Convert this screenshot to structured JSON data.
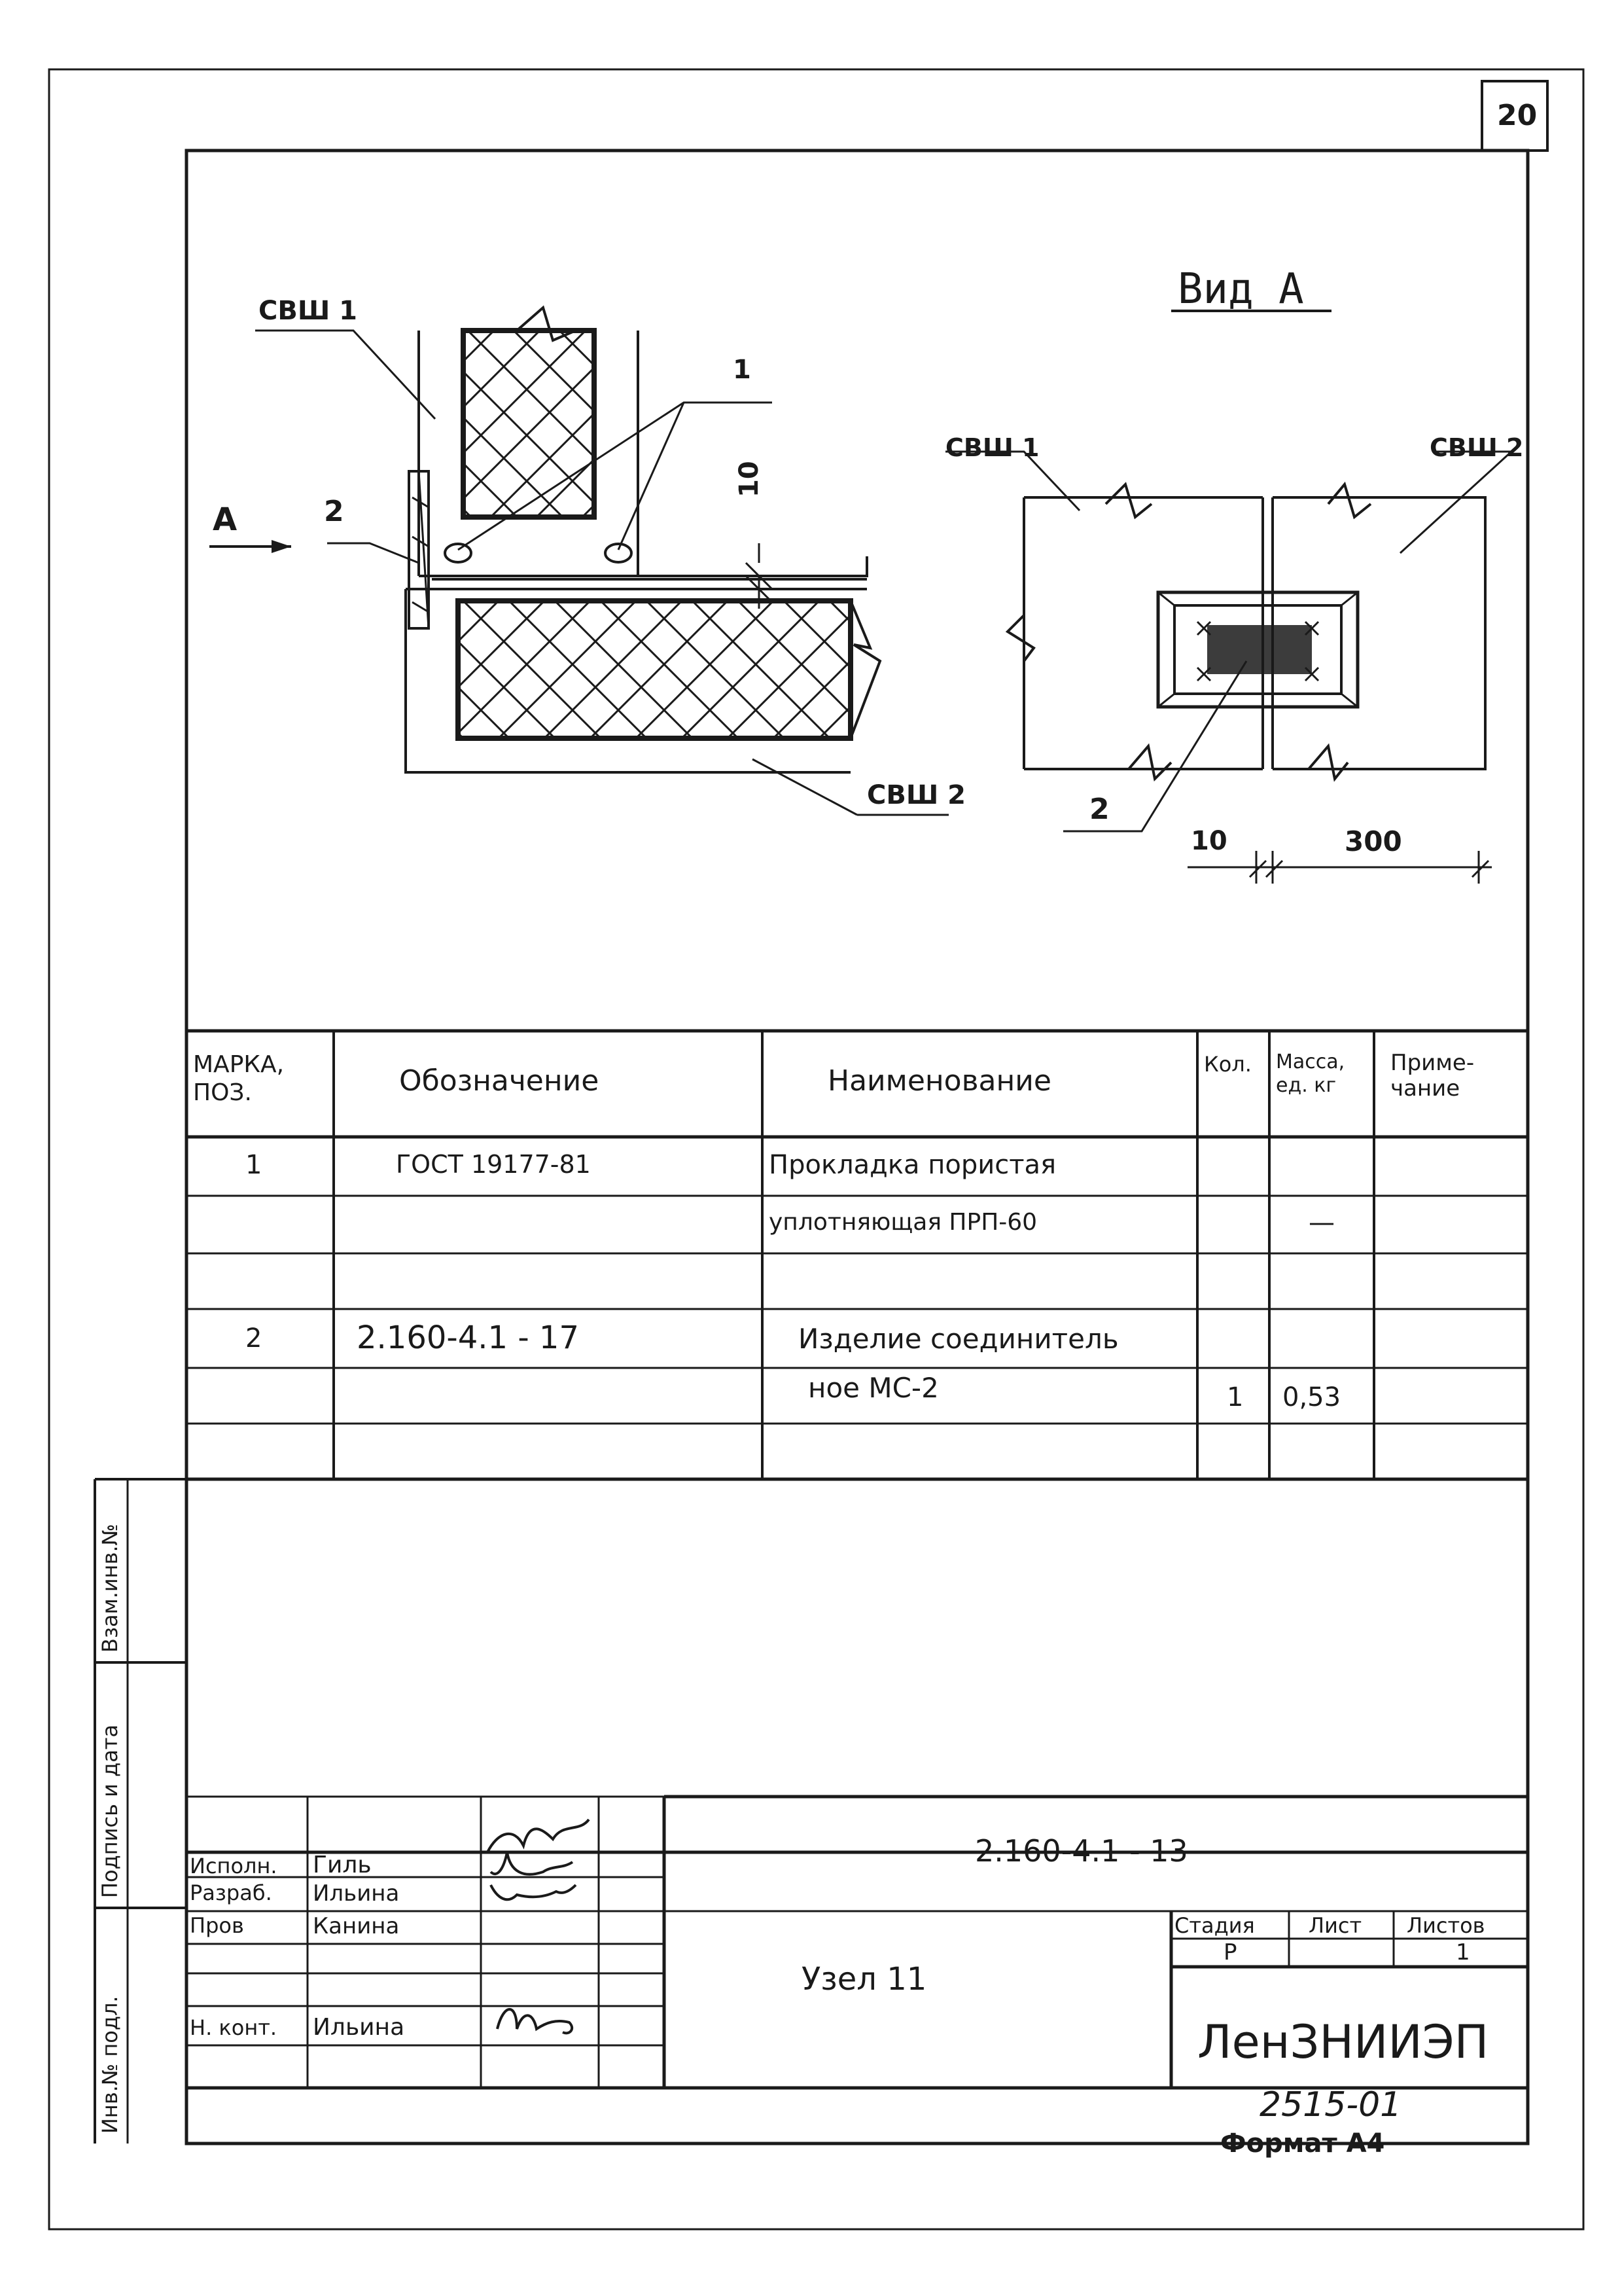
{
  "sheet_number": "20",
  "view_title": "Вид  А",
  "drawing_labels": {
    "svsh1_left": "СВШ 1",
    "svsh2_left": "СВШ 2",
    "arrow_a": "А",
    "pos1_left": "1",
    "pos2_left": "2",
    "dim_10_left": "10",
    "svsh1_right": "СВШ 1",
    "svsh2_right": "СВШ 2",
    "pos2_right": "2",
    "dim_10_right": "10",
    "dim_300_right": "300"
  },
  "spec_table": {
    "headers": {
      "mark": "МАРКА, ПОЗ.",
      "designation": "Обозначение",
      "name": "Наименование",
      "qty": "Кол.",
      "mass": "Масса, ед. кг",
      "note": "Приме- чание"
    },
    "rows": [
      {
        "mark": "1",
        "designation": "ГОСТ 19177-81",
        "name": "Прокладка пористая",
        "qty": "",
        "mass": "",
        "note": ""
      },
      {
        "mark": "",
        "designation": "",
        "name": "уплотняющая  ПРП-60",
        "qty": "",
        "mass": "—",
        "note": ""
      },
      {
        "mark": "",
        "designation": "",
        "name": "",
        "qty": "",
        "mass": "",
        "note": ""
      },
      {
        "mark": "2",
        "designation": "2.160-4.1  - 17",
        "name": "Изделие  соединитель",
        "qty": "",
        "mass": "",
        "note": ""
      },
      {
        "mark": "",
        "designation": "",
        "name": "ное  МС-2",
        "qty": "1",
        "mass": "0,53",
        "note": ""
      },
      {
        "mark": "",
        "designation": "",
        "name": "",
        "qty": "",
        "mass": "",
        "note": ""
      }
    ]
  },
  "side_stamp": {
    "inv_podl": "Инв.№ подл.",
    "podpis_data": "Подпись и дата",
    "vzam_inv": "Взам.инв.№"
  },
  "title_block": {
    "doc_code": "2.160-4.1  - 13",
    "title": "Узел 11",
    "organization": "ЛенЗНИИЭП",
    "stage_label": "Стадия",
    "sheet_label": "Лист",
    "sheets_label": "Листов",
    "stage_value": "Р",
    "sheet_value": "",
    "sheets_value": "1",
    "roles": [
      {
        "role": "Исполн.",
        "name": "Гиль"
      },
      {
        "role": "Разраб.",
        "name": "Ильина"
      },
      {
        "role": "Пров",
        "name": "Канина"
      },
      {
        "role": "",
        "name": ""
      },
      {
        "role": "Н. конт.",
        "name": "Ильина"
      },
      {
        "role": "",
        "name": ""
      }
    ]
  },
  "bottom_code": "2515-01",
  "format_label": "Формат  А4"
}
